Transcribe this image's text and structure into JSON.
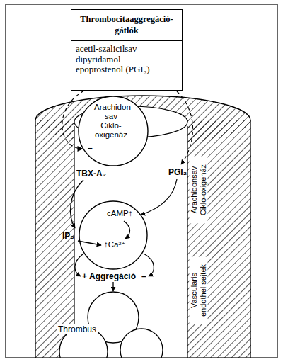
{
  "diagram": {
    "nodes": [
      {
        "text": [
          "Thrombocitaaggregáció-gátlók",
          "acetil-szalicilsav dipyridamol epoprostenol (PGI₂)"
        ]
      },
      {
        "text": [
          "Arachidon-sav Ciklo-oxigenáz"
        ]
      },
      {
        "text": [
          "cAMP↑",
          "↑Ca²⁺"
        ]
      }
    ],
    "edges": [
      {
        "from": 0,
        "to": 1,
        "arrow": "to"
      }
    ],
    "labels": [
      "–",
      "TBX-A₂",
      "PGI₂",
      "Arachidonsav Ciklo-oxigenáz",
      "IP₃",
      "+",
      "Aggregáció",
      "–",
      "Vascularis endothel sejtek",
      "Thrombus"
    ]
  }
}
